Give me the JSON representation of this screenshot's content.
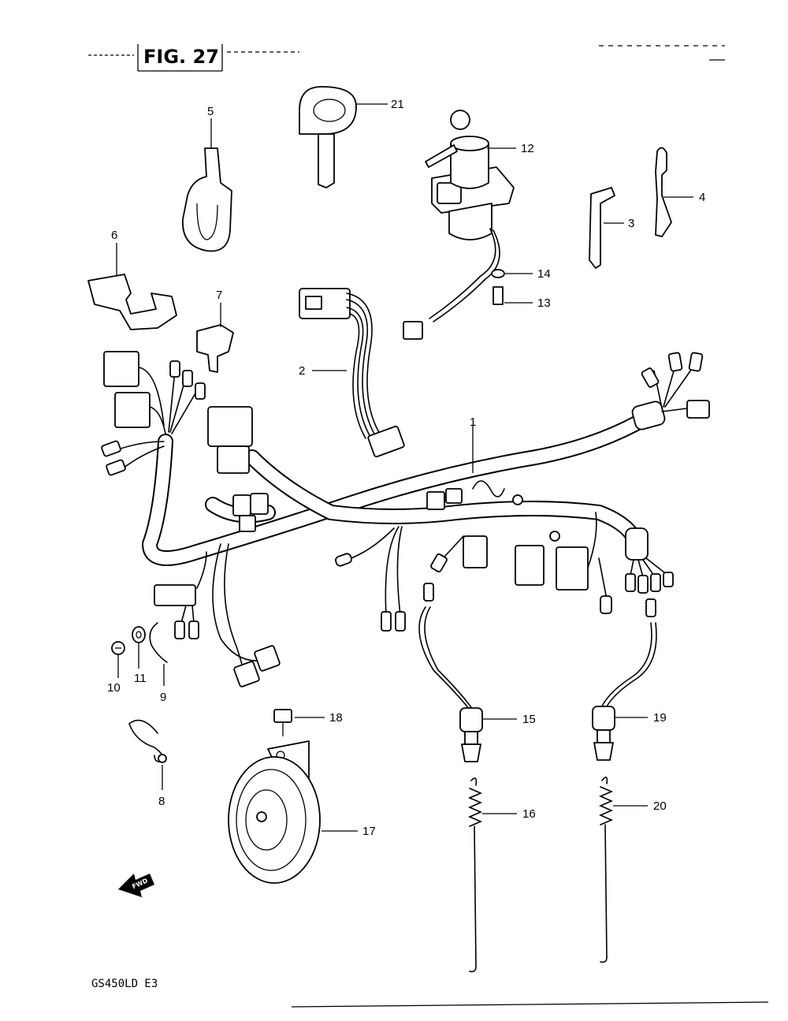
{
  "figure": {
    "title": "FIG. 27",
    "model": "GS450LD E3",
    "fwd_label": "FWD"
  },
  "callouts": {
    "c1": "1",
    "c2": "2",
    "c3": "3",
    "c4": "4",
    "c5": "5",
    "c6": "6",
    "c7": "7",
    "c8": "8",
    "c9": "9",
    "c10": "10",
    "c11": "11",
    "c12": "12",
    "c13": "13",
    "c14": "14",
    "c15": "15",
    "c16": "16",
    "c17": "17",
    "c18": "18",
    "c19": "19",
    "c20": "20",
    "c21": "21"
  }
}
